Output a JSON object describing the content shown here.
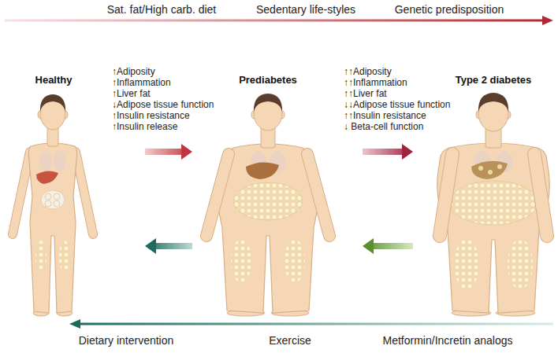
{
  "diagram": {
    "nodes": [
      {
        "text": [
          "Healthy"
        ]
      },
      {
        "text": [
          "Prediabetes"
        ]
      },
      {
        "text": [
          "Type 2 diabetes"
        ]
      }
    ],
    "edges": [
      {
        "from": 0,
        "to": 1,
        "arrow": "to"
      },
      {
        "from": 1,
        "to": 2,
        "arrow": "to"
      },
      {
        "from": 2,
        "to": 1,
        "arrow": "to"
      },
      {
        "from": 1,
        "to": 0,
        "arrow": "to"
      }
    ],
    "labels": [
      "Sat. fat/High carb. diet",
      "Sedentary life-styles",
      "Genetic predisposition",
      "↑Adiposity",
      "↑Inflammation",
      "↑Liver fat",
      "↓Adipose tissue function",
      "↑Insulin resistance",
      "↑Insulin release",
      "↑↑Adiposity",
      "↑↑Inflammation",
      "↑↑Liver fat",
      "↓↓Adipose tissue function",
      "↑↑Insulin resistance",
      "↓ Beta-cell function",
      "Dietary intervention",
      "Exercise",
      "Metformin/Incretin analogs"
    ]
  }
}
